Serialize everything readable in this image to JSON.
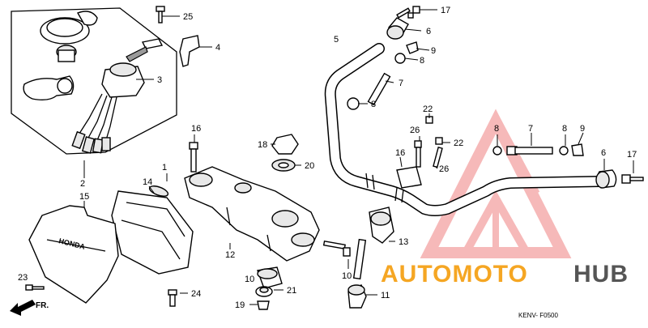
{
  "diagram": {
    "callouts": [
      {
        "id": "c1",
        "text": "1"
      },
      {
        "id": "c2",
        "text": "2"
      },
      {
        "id": "c3",
        "text": "3"
      },
      {
        "id": "c4",
        "text": "4"
      },
      {
        "id": "c5",
        "text": "5"
      },
      {
        "id": "c6a",
        "text": "6"
      },
      {
        "id": "c6b",
        "text": "6"
      },
      {
        "id": "c7a",
        "text": "7"
      },
      {
        "id": "c7b",
        "text": "7"
      },
      {
        "id": "c8a",
        "text": "8"
      },
      {
        "id": "c8b",
        "text": "8"
      },
      {
        "id": "c8c",
        "text": "8"
      },
      {
        "id": "c8d",
        "text": "8"
      },
      {
        "id": "c9a",
        "text": "9"
      },
      {
        "id": "c9b",
        "text": "9"
      },
      {
        "id": "c10a",
        "text": "10"
      },
      {
        "id": "c10b",
        "text": "10"
      },
      {
        "id": "c11",
        "text": "11"
      },
      {
        "id": "c12",
        "text": "12"
      },
      {
        "id": "c13",
        "text": "13"
      },
      {
        "id": "c14",
        "text": "14"
      },
      {
        "id": "c15",
        "text": "15"
      },
      {
        "id": "c16a",
        "text": "16"
      },
      {
        "id": "c16b",
        "text": "16"
      },
      {
        "id": "c17a",
        "text": "17"
      },
      {
        "id": "c17b",
        "text": "17"
      },
      {
        "id": "c18",
        "text": "18"
      },
      {
        "id": "c19",
        "text": "19"
      },
      {
        "id": "c20",
        "text": "20"
      },
      {
        "id": "c21",
        "text": "21"
      },
      {
        "id": "c22a",
        "text": "22"
      },
      {
        "id": "c22b",
        "text": "22"
      },
      {
        "id": "c23",
        "text": "23"
      },
      {
        "id": "c24",
        "text": "24"
      },
      {
        "id": "c25",
        "text": "25"
      },
      {
        "id": "c26a",
        "text": "26"
      },
      {
        "id": "c26b",
        "text": "26"
      }
    ],
    "direction_label": "FR.",
    "emblem_text": "HONDA",
    "diagram_code": "KENV- F0500"
  },
  "watermark": {
    "part1": "AUTOMOTO",
    "part2": "HUB",
    "color_primary": "#f5a623",
    "color_secondary": "#555555",
    "logo_color": "#f08080"
  }
}
